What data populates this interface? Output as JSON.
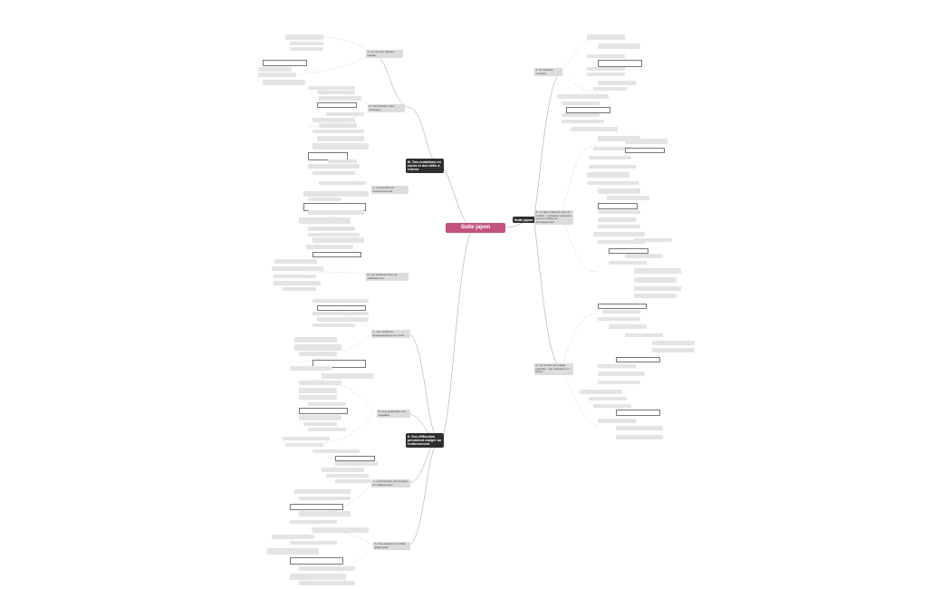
{
  "root": {
    "label": "Suite japon"
  },
  "note": "",
  "branches": {
    "top_left": {
      "label": "III. Des mutations en cours et des défis à relever",
      "subs": [
        "A. Le rôle des réseaux sociaux",
        "B. Intensification des échanges",
        "C. La question de l'entrepreneuriat",
        "D. Les politiques face au vieillissement"
      ]
    },
    "bottom_left": {
      "label": "II. Des difficultés persistent malgré un renforcement",
      "subs": [
        "A. Les mutations démographiques en cours",
        "B. Une géographie des inégalités",
        "C. La dimension économique du vieillissement",
        "D. Une insertion mondiale différenciée"
      ]
    },
    "right": {
      "label": "Suite japon",
      "subs": [
        "A. Un territoire contraint",
        "B. Le Japon dans la crise du modèle : puissance contestée pour le modèle de développement",
        "C. Les limites du modèle japonais : une puissance en déclin"
      ]
    }
  }
}
